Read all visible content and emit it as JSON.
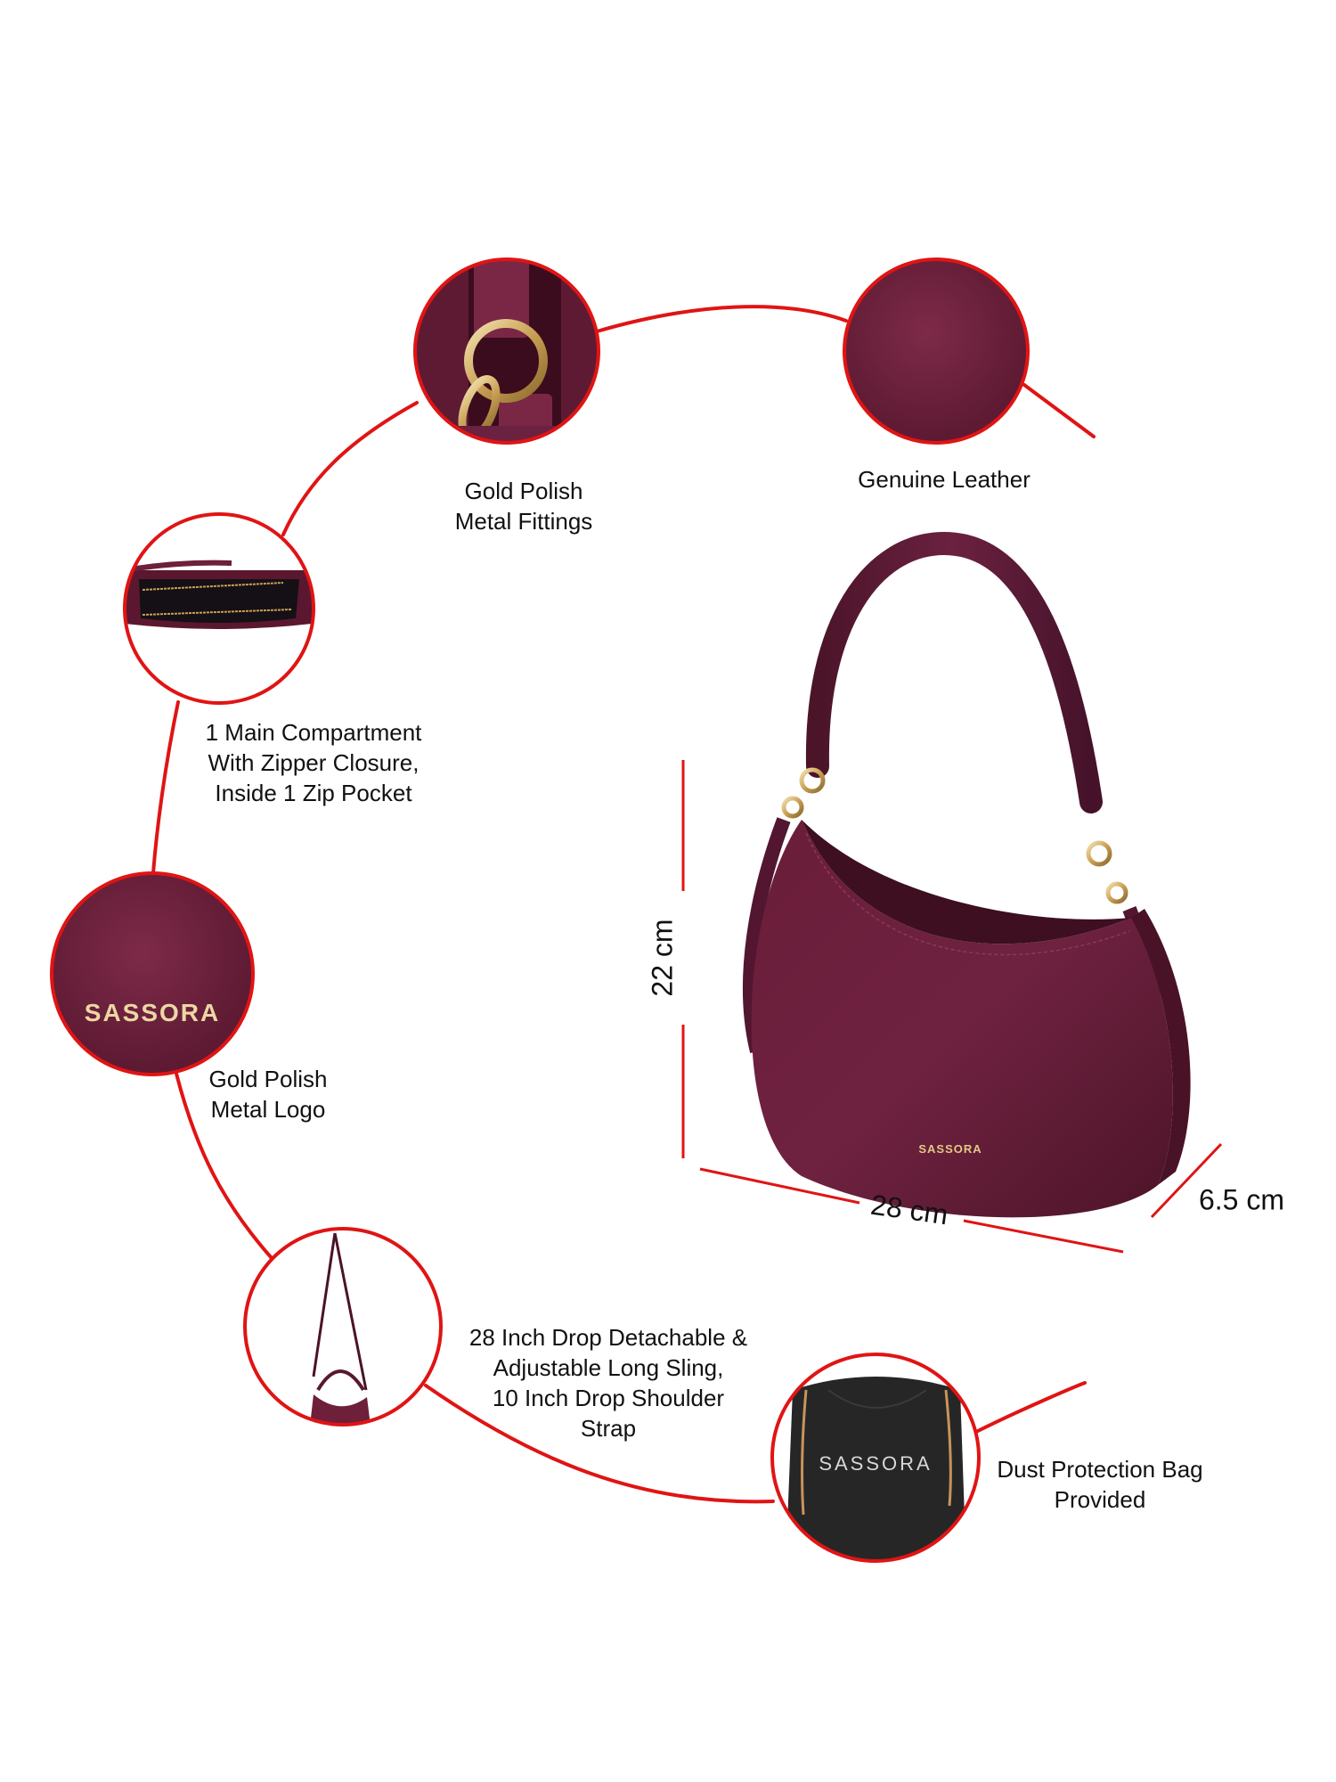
{
  "brand": "SASSORA",
  "colors": {
    "accent_line": "#e01414",
    "leather": "#6e1f3a",
    "leather_dark": "#4a1226",
    "gold": "#d9b56a",
    "dust_bag": "#2a2a2a",
    "text": "#111111",
    "background": "#ffffff"
  },
  "features": [
    {
      "id": "fittings",
      "lines": [
        "Gold Polish",
        "Metal Fittings"
      ],
      "image": "gold-ring-hardware-closeup"
    },
    {
      "id": "leather",
      "lines": [
        "Genuine Leather"
      ],
      "image": "leather-texture-closeup"
    },
    {
      "id": "compartment",
      "lines": [
        "1 Main Compartment",
        "With Zipper Closure,",
        "Inside 1 Zip Pocket"
      ],
      "image": "open-bag-interior-zipper"
    },
    {
      "id": "logo",
      "lines": [
        "Gold Polish",
        "Metal Logo"
      ],
      "image": "gold-logo-closeup",
      "logo_text": "SASSORA"
    },
    {
      "id": "sling",
      "lines": [
        "28 Inch Drop Detachable &",
        "Adjustable Long Sling,",
        "10 Inch Drop Shoulder",
        "Strap"
      ],
      "image": "bag-with-long-sling"
    },
    {
      "id": "dust_bag",
      "lines": [
        "Dust Protection Bag",
        "Provided"
      ],
      "image": "black-drawstring-dust-bag",
      "logo_text": "SASSORA"
    }
  ],
  "dimensions": {
    "height": "22 cm",
    "width": "28 cm",
    "depth": "6.5 cm"
  },
  "product": {
    "type": "hobo shoulder bag",
    "color_name": "wine",
    "logo_text": "SASSORA"
  }
}
